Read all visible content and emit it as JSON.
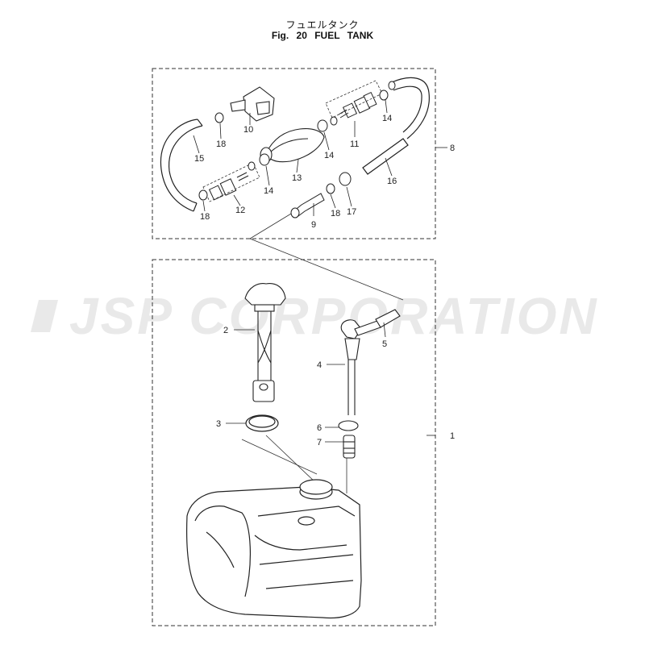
{
  "title_jp": "フュエルタンク",
  "title_en": "Fig. 20   FUEL TANK",
  "watermark": "JSP CORPORATION",
  "callouts": {
    "c1": "1",
    "c2": "2",
    "c3": "3",
    "c4": "4",
    "c5": "5",
    "c6": "6",
    "c7": "7",
    "c8": "8",
    "c9": "9",
    "c10": "10",
    "c11": "11",
    "c12": "12",
    "c13": "13",
    "c14a": "14",
    "c14b": "14",
    "c14c": "14",
    "c15": "15",
    "c16": "16",
    "c17": "17",
    "c18a": "18",
    "c18b": "18",
    "c18c": "18"
  }
}
